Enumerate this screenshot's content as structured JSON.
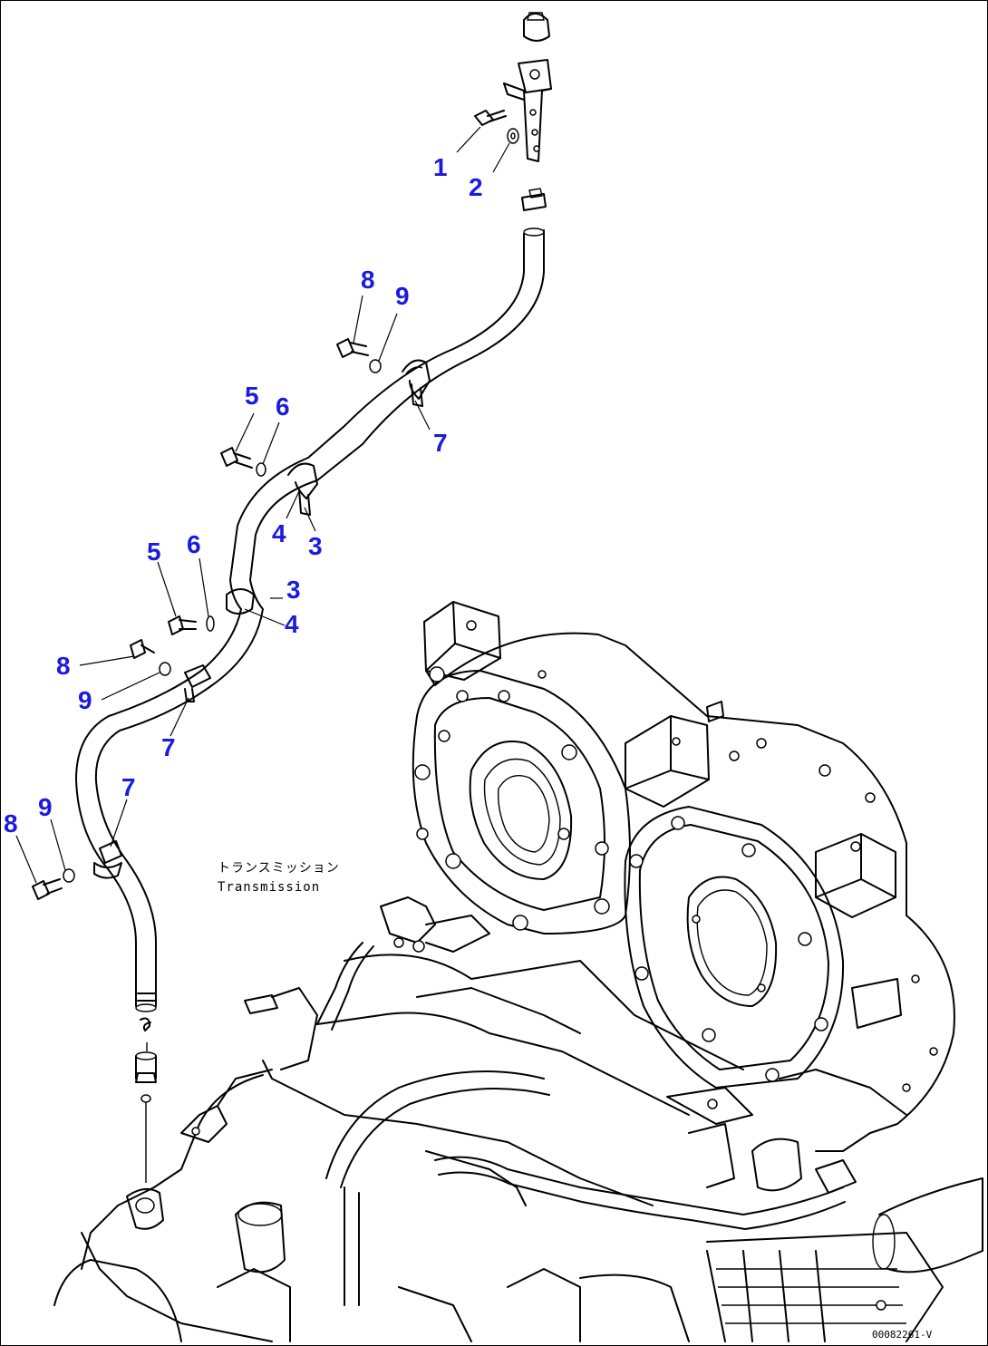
{
  "figure": {
    "component_label_jp": "トランスミッション",
    "component_label_en": "Transmission",
    "drawing_id": "00082261-V"
  },
  "callouts": [
    {
      "label": "1"
    },
    {
      "label": "2"
    },
    {
      "label": "8"
    },
    {
      "label": "9"
    },
    {
      "label": "7"
    },
    {
      "label": "5"
    },
    {
      "label": "6"
    },
    {
      "label": "4"
    },
    {
      "label": "3"
    },
    {
      "label": "5"
    },
    {
      "label": "6"
    },
    {
      "label": "3"
    },
    {
      "label": "4"
    },
    {
      "label": "8"
    },
    {
      "label": "9"
    },
    {
      "label": "7"
    },
    {
      "label": "7"
    },
    {
      "label": "9"
    },
    {
      "label": "8"
    }
  ],
  "colors": {
    "callout": "#1a1ae0",
    "line": "#000000",
    "background": "#ffffff"
  }
}
